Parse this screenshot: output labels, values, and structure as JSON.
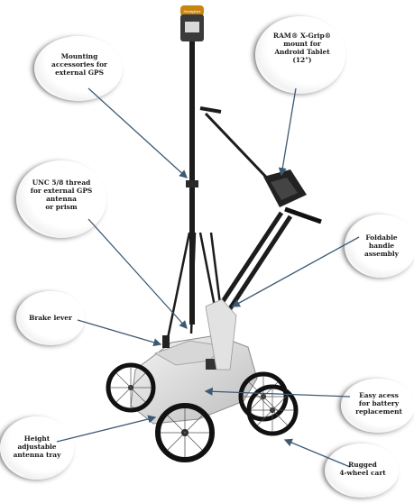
{
  "gps_receiver": {
    "brand_text": "Hemisphere"
  },
  "callouts": [
    {
      "id": "mounting-accessories",
      "text": "Mounting\naccessories for\nexternal GPS"
    },
    {
      "id": "ram-mount",
      "text": "RAM® X-Grip®\nmount for\nAndroid Tablet\n(12\")"
    },
    {
      "id": "unc-thread",
      "text": "UNC 5/8 thread\nfor external GPS\nantenna\nor prism"
    },
    {
      "id": "foldable-handle",
      "text": "Foldable\nhandle\nassembly"
    },
    {
      "id": "brake-lever",
      "text": "Brake lever"
    },
    {
      "id": "battery-access",
      "text": "Easy acess\nfor battery\nreplacement"
    },
    {
      "id": "antenna-tray",
      "text": "Height\nadjustable\nantenna tray"
    },
    {
      "id": "wheel-cart",
      "text": "Rugged\n4-wheel cart"
    }
  ],
  "colors": {
    "arrow": "#3e5a73",
    "frame": "#1c1c1c",
    "cart_body": "#e6e6e6",
    "gps_head": "#c8860f",
    "tire": "#111111"
  }
}
